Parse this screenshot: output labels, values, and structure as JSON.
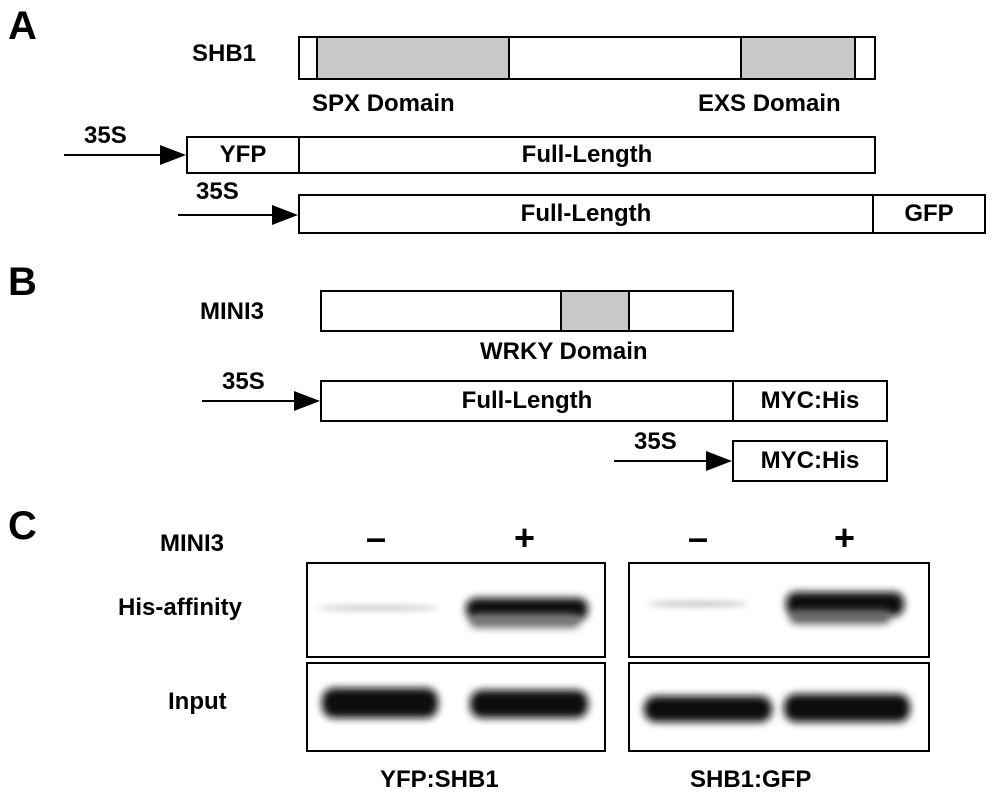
{
  "panels": {
    "a": "A",
    "b": "B",
    "c": "C"
  },
  "panel_a": {
    "protein": "SHB1",
    "domains": [
      "SPX Domain",
      "EXS Domain"
    ],
    "promoter": "35S",
    "construct1": {
      "tag": "YFP",
      "body": "Full-Length"
    },
    "construct2": {
      "body": "Full-Length",
      "tag": "GFP"
    }
  },
  "panel_b": {
    "protein": "MINI3",
    "domain": "WRKY Domain",
    "promoter": "35S",
    "construct1": {
      "body": "Full-Length",
      "tag": "MYC:His"
    },
    "construct2": {
      "tag": "MYC:His"
    }
  },
  "panel_c": {
    "treatment_label": "MINI3",
    "signs": [
      "–",
      "+",
      "–",
      "+"
    ],
    "rows": [
      "His-affinity",
      "Input"
    ],
    "samples": [
      "YFP:SHB1",
      "SHB1:GFP"
    ]
  }
}
